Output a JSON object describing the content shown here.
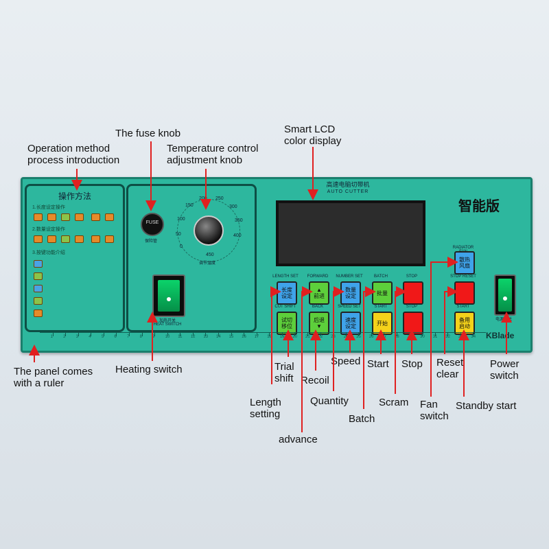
{
  "callouts": {
    "fuse_knob": "The fuse knob",
    "lcd": "Smart LCD\ncolor display",
    "operation": "Operation method\nprocess introduction",
    "temperature": "Temperature control\nadjustment knob",
    "ruler": "The panel comes\nwith a ruler",
    "heating": "Heating switch",
    "trial_shift": "Trial\nshift",
    "recoil": "Recoil",
    "speed": "Speed",
    "start": "Start",
    "stop": "Stop",
    "reset_clear": "Reset\nclear",
    "power_switch": "Power\nswitch",
    "length_setting": "Length\nsetting",
    "quantity": "Quantity",
    "scram": "Scram",
    "fan_switch": "Fan\nswitch",
    "standby_start": "Standby start",
    "batch": "Batch",
    "advance": "advance"
  },
  "panel": {
    "ops_title": "操作方法",
    "ops_steps": [
      "1.长度设定操作",
      "2.数量设定操作",
      "3.按键功能介绍"
    ],
    "lcd_title": "高速电脑切带机",
    "lcd_subtitle": "AUTO CUTTER",
    "brand_cn": "智能版",
    "brand_logo": "KBlade",
    "fuse_label": "FUSE",
    "fuse_caption": "保险管",
    "dial_caption": "调节温度",
    "dial_numbers": [
      "0",
      "50",
      "100",
      "150",
      "200",
      "250",
      "300",
      "350",
      "400",
      "450"
    ],
    "heating_label": "加热开关",
    "heating_label_en": "HEAT SWITCH",
    "power_label": "电源开关",
    "buttons": {
      "length_set": {
        "top": "LENGTH SET",
        "text": "长度\n设定"
      },
      "forward": {
        "top": "FORWARD",
        "text": "▲\n前进"
      },
      "number_set": {
        "top": "NUMBER SET",
        "text": "数量\n设定"
      },
      "batch": {
        "top": "BATCH",
        "text": "批量"
      },
      "stop_top": {
        "top": "STOP",
        "text": ""
      },
      "cut_shift": {
        "top": "CUT SHIFT",
        "text": "试切\n移位"
      },
      "back": {
        "top": "BACK",
        "text": "后退\n▼"
      },
      "speed_set": {
        "top": "SPEED SET",
        "text": "速度\n设定"
      },
      "start": {
        "top": "START",
        "text": "开始"
      },
      "stop": {
        "top": "STOP",
        "text": ""
      },
      "radiator_fan": {
        "top": "RADIATOR FAN",
        "text": "散热\n风扇"
      },
      "stop_reset": {
        "top": "STOP RESET",
        "text": ""
      },
      "standby_start": {
        "top": "START",
        "text": "备用\n启动"
      }
    },
    "ruler_numbers": [
      "1",
      "2",
      "3",
      "4",
      "5",
      "6",
      "7",
      "8",
      "9",
      "10",
      "11",
      "12",
      "13",
      "14",
      "15",
      "16",
      "17",
      "18",
      "19",
      "20",
      "21",
      "22",
      "23",
      "24",
      "25",
      "26",
      "27",
      "28",
      "29",
      "30",
      "31",
      "32",
      "33",
      "34"
    ]
  },
  "colors": {
    "panel": "#2db79e",
    "arrow": "#e02020",
    "btn_blue": "#3fa3ea",
    "btn_green": "#5dcf3b",
    "btn_yellow": "#f4d21a",
    "btn_red": "#f01818"
  }
}
